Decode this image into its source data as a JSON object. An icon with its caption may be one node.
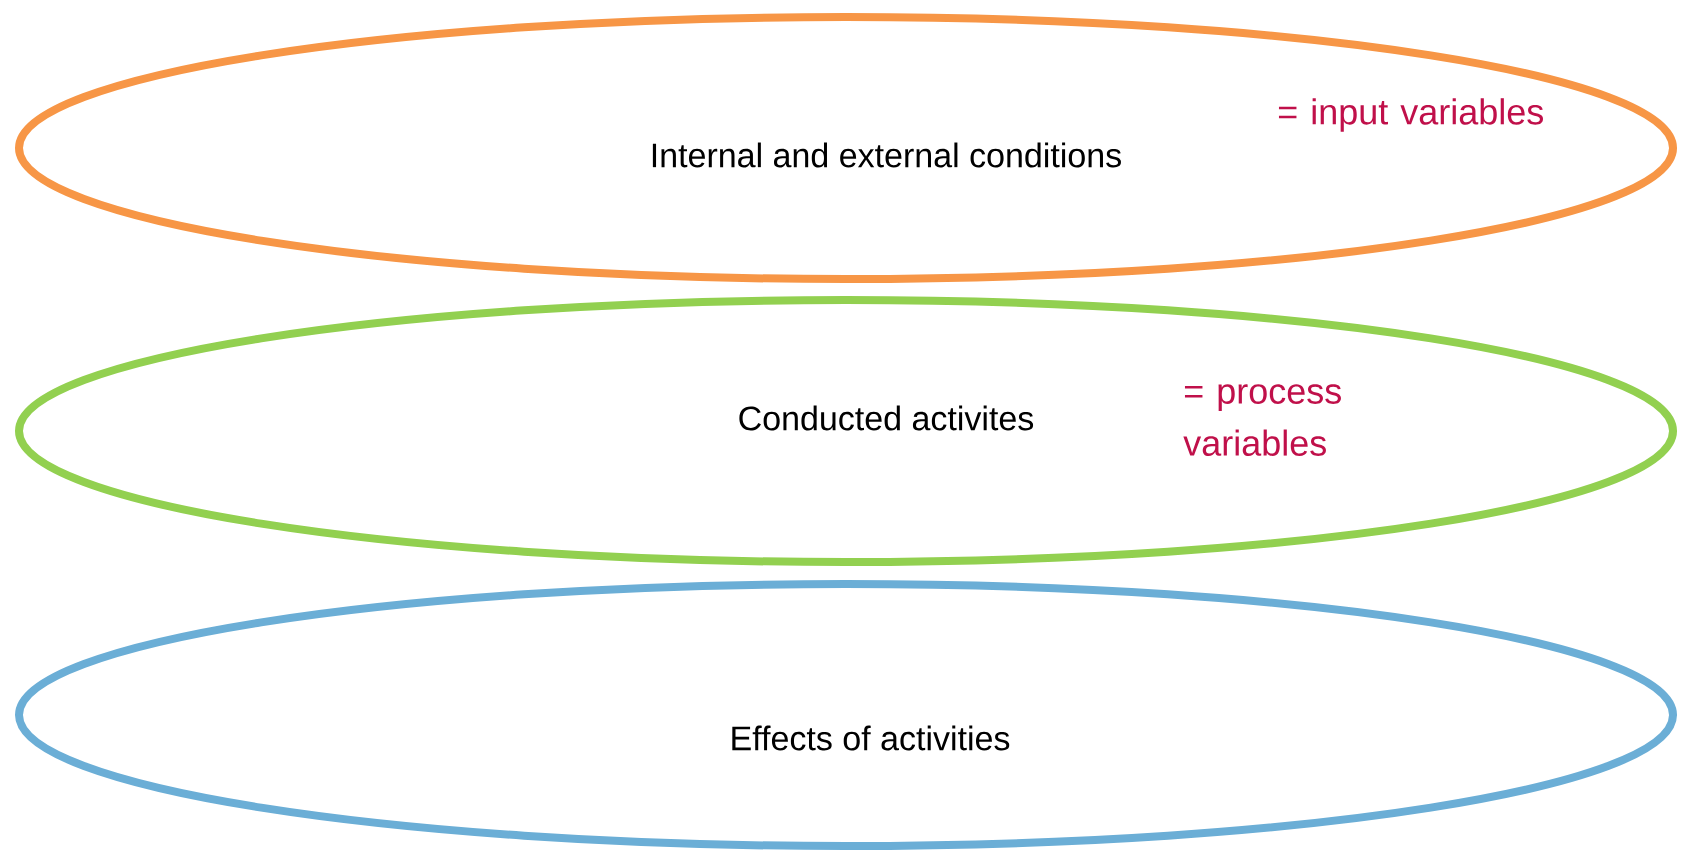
{
  "diagram": {
    "nodes": [
      {
        "text": [
          "Internal and external conditions",
          "= input variables"
        ]
      },
      {
        "text": [
          "Conducted activites",
          "= process variables"
        ]
      },
      {
        "text": [
          "Effects of activities"
        ]
      }
    ]
  }
}
